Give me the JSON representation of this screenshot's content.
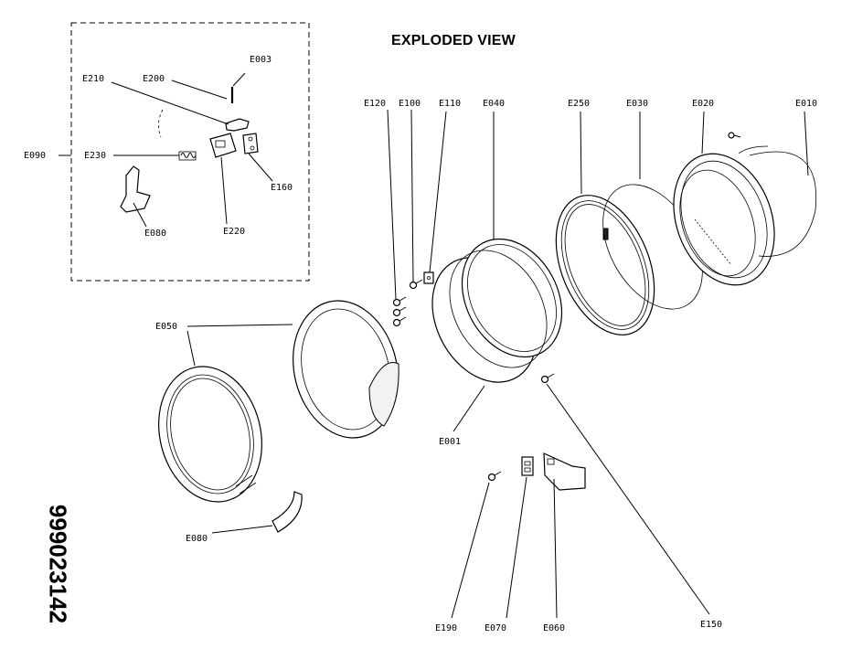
{
  "title": "EXPLODED VIEW",
  "document_number": "999023142",
  "parts": {
    "E003": "E003",
    "E200": "E200",
    "E210": "E210",
    "E090": "E090",
    "E230": "E230",
    "E160": "E160",
    "E080_top": "E080",
    "E220": "E220",
    "E120": "E120",
    "E100": "E100",
    "E110": "E110",
    "E040": "E040",
    "E250": "E250",
    "E030": "E030",
    "E020": "E020",
    "E010": "E010",
    "E050": "E050",
    "E001": "E001",
    "E080_bottom": "E080",
    "E190": "E190",
    "E070": "E070",
    "E060": "E060",
    "E150": "E150"
  }
}
